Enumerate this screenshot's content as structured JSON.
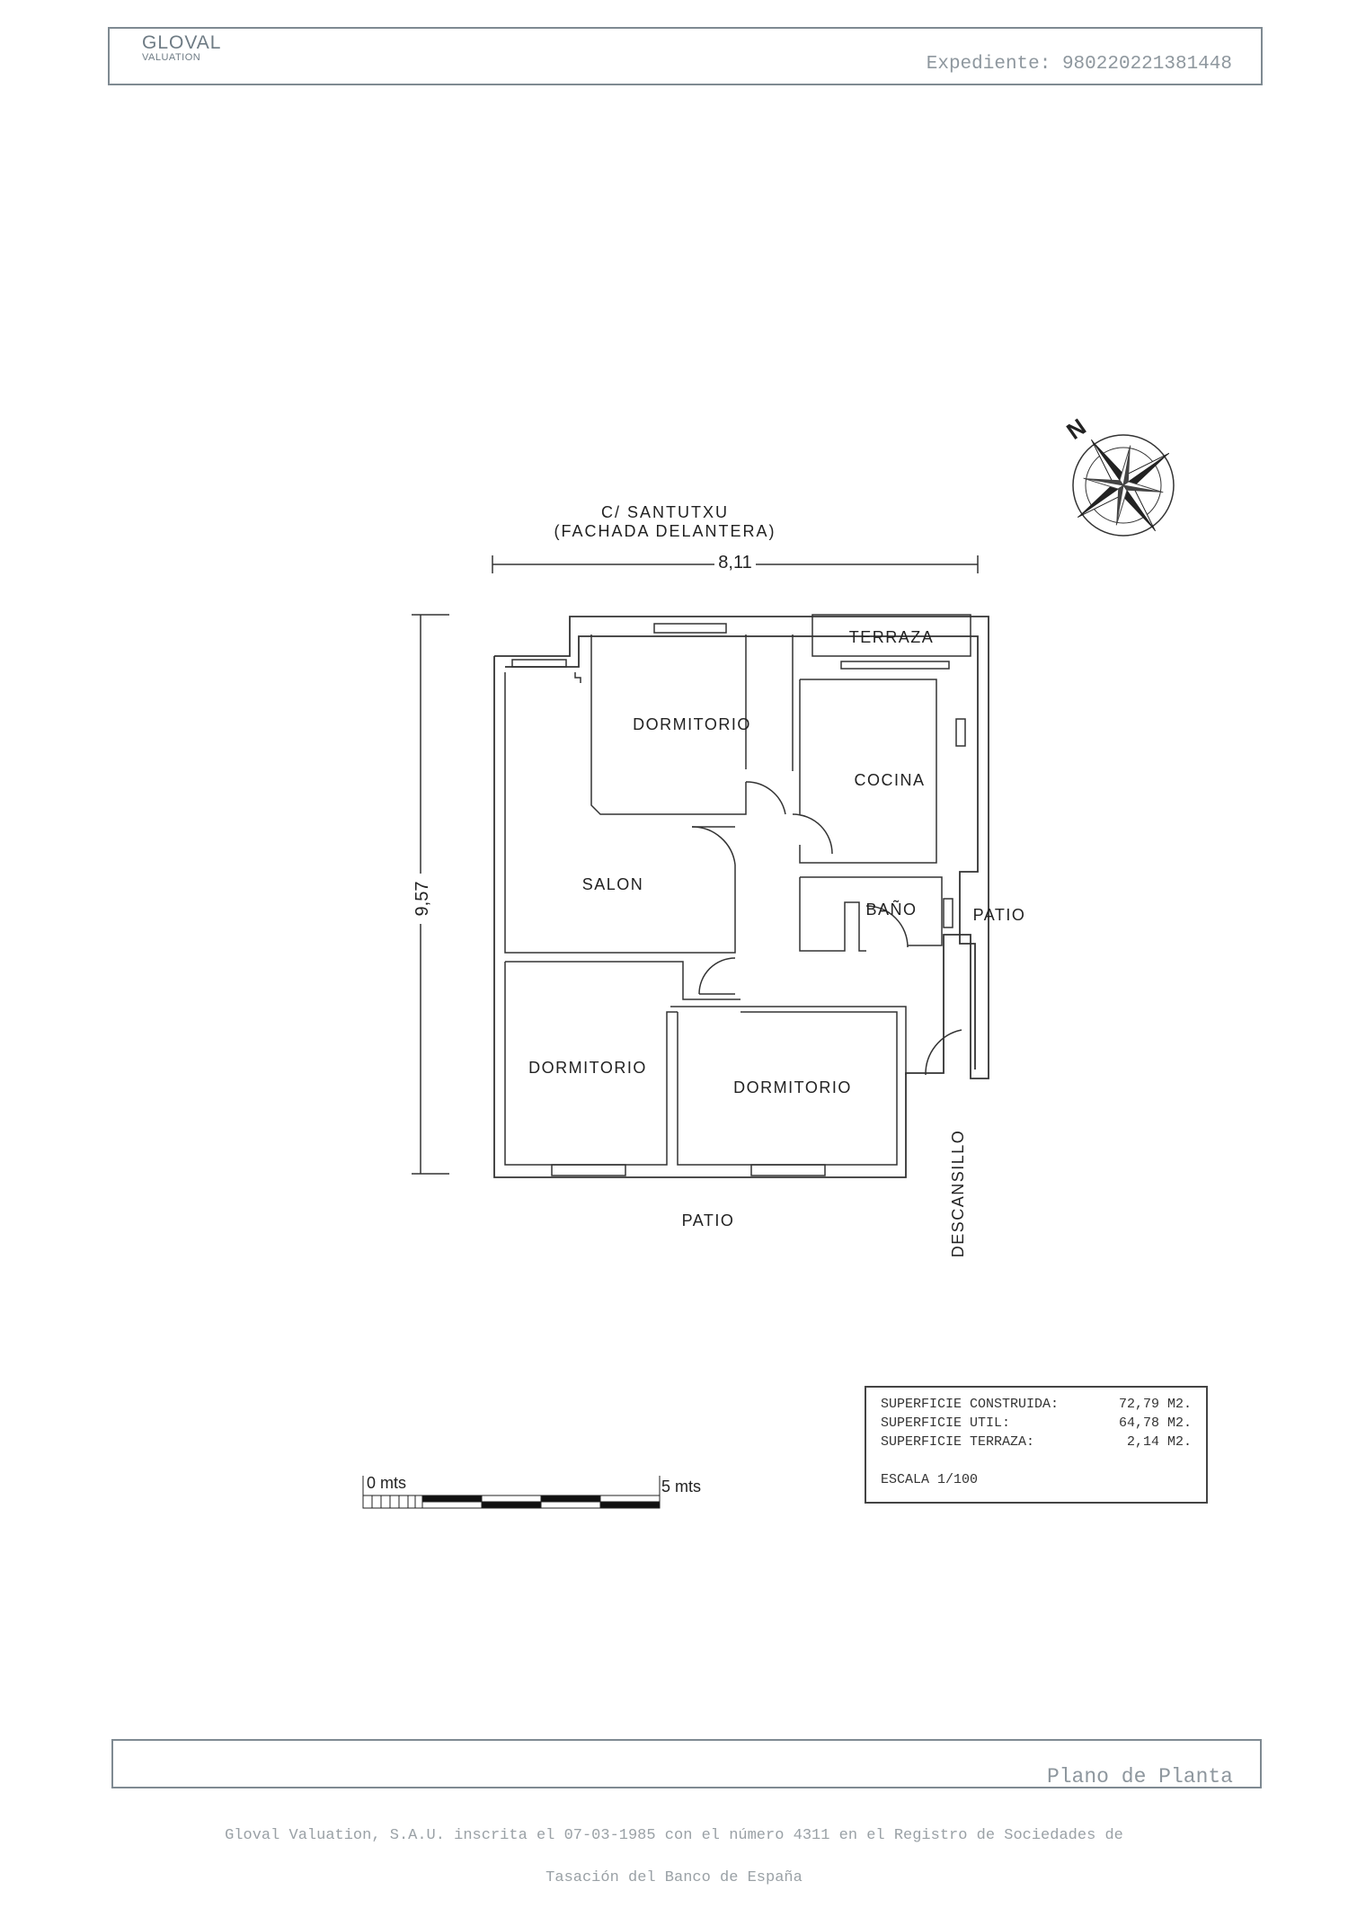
{
  "header": {
    "logo_text": "GLOVAL",
    "logo_sub": "VALUATION",
    "expediente": "Expediente: 980220221381448"
  },
  "plan": {
    "street": "C/ SANTUTXU",
    "facade": "(FACHADA DELANTERA)",
    "width_dim": "8,11",
    "height_dim": "9,57",
    "north": "N",
    "rooms": {
      "terraza": "TERRAZA",
      "dormitorio_top": "DORMITORIO",
      "cocina": "COCINA",
      "salon": "SALON",
      "bano": "BAÑO",
      "patio_right": "PATIO",
      "dormitorio_left": "DORMITORIO",
      "dormitorio_mid": "DORMITORIO",
      "patio_bottom": "PATIO",
      "descansillo": "DESCANSILLO"
    },
    "scale_start": "0 mts",
    "scale_end": "5 mts"
  },
  "surfaces": {
    "rows": [
      {
        "label": "SUPERFICIE CONSTRUIDA:",
        "value": "72,79 M2."
      },
      {
        "label": "SUPERFICIE UTIL:",
        "value": "64,78 M2."
      },
      {
        "label": "SUPERFICIE TERRAZA:",
        "value": "2,14 M2."
      }
    ],
    "escala": "ESCALA 1/100"
  },
  "footer": {
    "title": "Plano de Planta",
    "line1": "Gloval Valuation, S.A.U. inscrita el 07-03-1985 con el número 4311 en el Registro de Sociedades de",
    "line2": "Tasación del Banco de España"
  }
}
